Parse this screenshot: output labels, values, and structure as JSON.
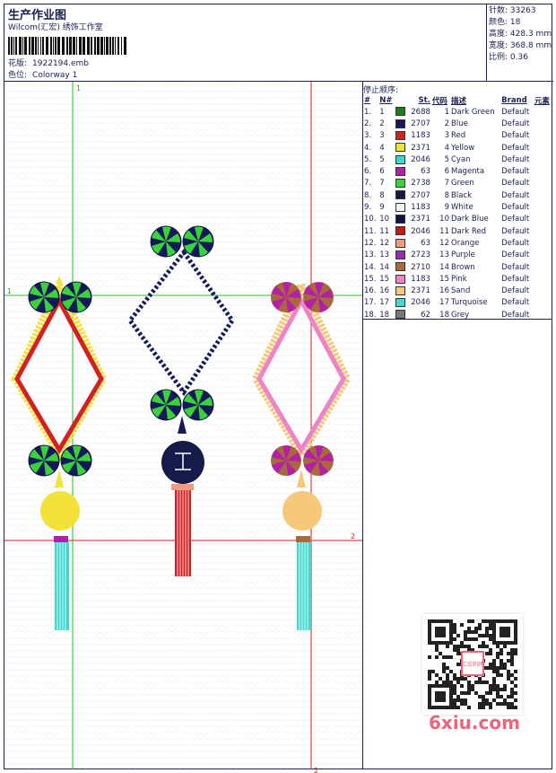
{
  "header": {
    "title": "生产作业图",
    "subtitle": "Wilcom(汇宏) 绣饰工作室",
    "file_label": "花版:",
    "file_value": "1922194.emb",
    "colorway_label": "色位:",
    "colorway_value": "Colorway 1"
  },
  "stats": [
    {
      "label": "针数:",
      "value": "33263"
    },
    {
      "label": "颜色:",
      "value": "18"
    },
    {
      "label": "高度:",
      "value": "428.3 mm"
    },
    {
      "label": "宽度:",
      "value": "368.8 mm"
    },
    {
      "label": "比例:",
      "value": "0.36"
    }
  ],
  "stop_sequence": {
    "heading": "停止顺序:",
    "columns": [
      "#",
      "N#",
      "St.",
      "代码",
      "描述",
      "Brand",
      "元素"
    ],
    "rows": [
      {
        "i": "1.",
        "n": "1",
        "st": "2688",
        "code": "1",
        "desc": "Dark Green",
        "brand": "Default",
        "color": "#1f7a1f"
      },
      {
        "i": "2.",
        "n": "2",
        "st": "2707",
        "code": "2",
        "desc": "Blue",
        "brand": "Default",
        "color": "#141a5a"
      },
      {
        "i": "3.",
        "n": "3",
        "st": "1183",
        "code": "3",
        "desc": "Red",
        "brand": "Default",
        "color": "#d42020"
      },
      {
        "i": "4.",
        "n": "4",
        "st": "2371",
        "code": "4",
        "desc": "Yellow",
        "brand": "Default",
        "color": "#f3e23a"
      },
      {
        "i": "5.",
        "n": "5",
        "st": "2046",
        "code": "5",
        "desc": "Cyan",
        "brand": "Default",
        "color": "#39d9cf"
      },
      {
        "i": "6.",
        "n": "6",
        "st": "63",
        "code": "6",
        "desc": "Magenta",
        "brand": "Default",
        "color": "#b41fa8"
      },
      {
        "i": "7.",
        "n": "7",
        "st": "2738",
        "code": "7",
        "desc": "Green",
        "brand": "Default",
        "color": "#3bd13b"
      },
      {
        "i": "8.",
        "n": "8",
        "st": "2707",
        "code": "8",
        "desc": "Black",
        "brand": "Default",
        "color": "#141a4a"
      },
      {
        "i": "9.",
        "n": "9",
        "st": "1183",
        "code": "9",
        "desc": "White",
        "brand": "Default",
        "color": "#f4f4f4"
      },
      {
        "i": "10.",
        "n": "10",
        "st": "2371",
        "code": "10",
        "desc": "Dark Blue",
        "brand": "Default",
        "color": "#101545"
      },
      {
        "i": "11.",
        "n": "11",
        "st": "2046",
        "code": "11",
        "desc": "Dark Red",
        "brand": "Default",
        "color": "#c21818"
      },
      {
        "i": "12.",
        "n": "12",
        "st": "63",
        "code": "12",
        "desc": "Orange",
        "brand": "Default",
        "color": "#f39a80"
      },
      {
        "i": "13.",
        "n": "13",
        "st": "2723",
        "code": "13",
        "desc": "Purple",
        "brand": "Default",
        "color": "#9b2bb0"
      },
      {
        "i": "14.",
        "n": "14",
        "st": "2710",
        "code": "14",
        "desc": "Brown",
        "brand": "Default",
        "color": "#a86a3c"
      },
      {
        "i": "15.",
        "n": "15",
        "st": "1183",
        "code": "15",
        "desc": "Pink",
        "brand": "Default",
        "color": "#f083c8"
      },
      {
        "i": "16.",
        "n": "16",
        "st": "2371",
        "code": "16",
        "desc": "Sand",
        "brand": "Default",
        "color": "#f5c87a"
      },
      {
        "i": "17.",
        "n": "17",
        "st": "2046",
        "code": "17",
        "desc": "Turquoise",
        "brand": "Default",
        "color": "#43d8d0"
      },
      {
        "i": "18.",
        "n": "18",
        "st": "62",
        "code": "18",
        "desc": "Grey",
        "brand": "Default",
        "color": "#777777"
      }
    ]
  },
  "canvas": {
    "guide_top_1": "1",
    "guide_left_1": "1",
    "guide_right_2": "2",
    "guide_bottom_2": "2"
  },
  "watermark": {
    "text": "6xiu.com",
    "seal_text": "汇宏刺绣"
  }
}
